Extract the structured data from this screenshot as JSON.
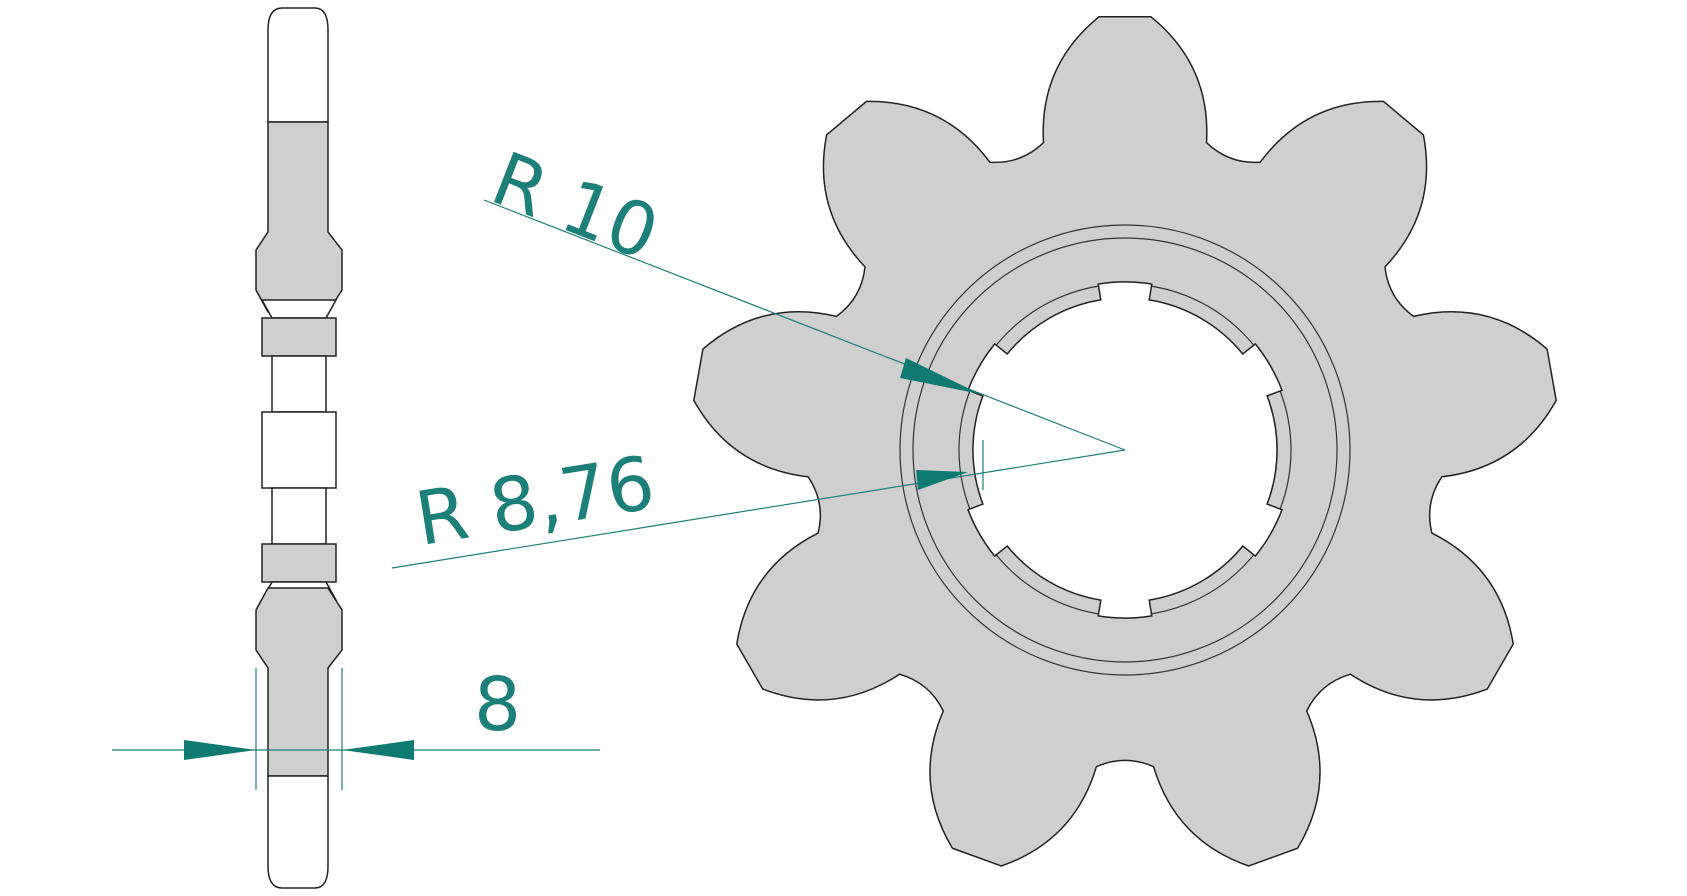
{
  "colors": {
    "part_fill": "#cfcfcf",
    "outline": "#222222",
    "dimension": "#1c7f7a",
    "arrow": "#0f7a72",
    "background": "#ffffff"
  },
  "dimensions": {
    "outer_radius_label": "R 10",
    "inner_radius_label": "R 8,76",
    "thickness_label": "8"
  },
  "sprocket": {
    "teeth": 9,
    "splines": 6
  }
}
